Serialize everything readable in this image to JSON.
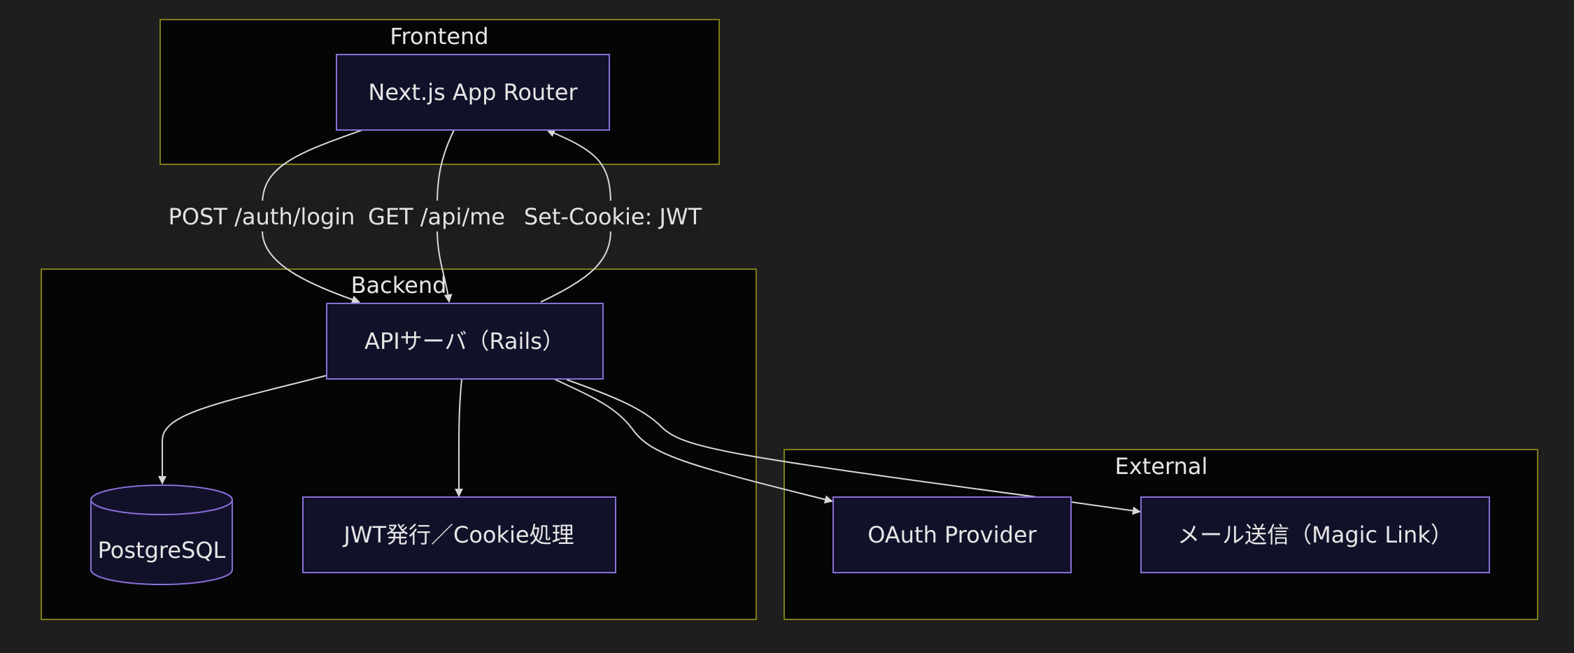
{
  "clusters": {
    "frontend": "Frontend",
    "backend": "Backend",
    "external": "External"
  },
  "nodes": {
    "nextjs": "Next.js App Router",
    "api": "APIサーバ（Rails）",
    "postgres": "PostgreSQL",
    "jwt": "JWT発行／Cookie処理",
    "oauth": "OAuth Provider",
    "mail": "メール送信（Magic Link）"
  },
  "edges": {
    "login": "POST /auth/login",
    "me": "GET /api/me",
    "cookie": "Set-Cookie: JWT"
  },
  "colors": {
    "background": "#1e1e1e",
    "cluster_fill": "#050505",
    "cluster_border": "#7c7c14",
    "node_fill": "#11112a",
    "node_border": "#8a6fd6",
    "edge": "#d8d8d8",
    "text": "#e6e6e6"
  }
}
